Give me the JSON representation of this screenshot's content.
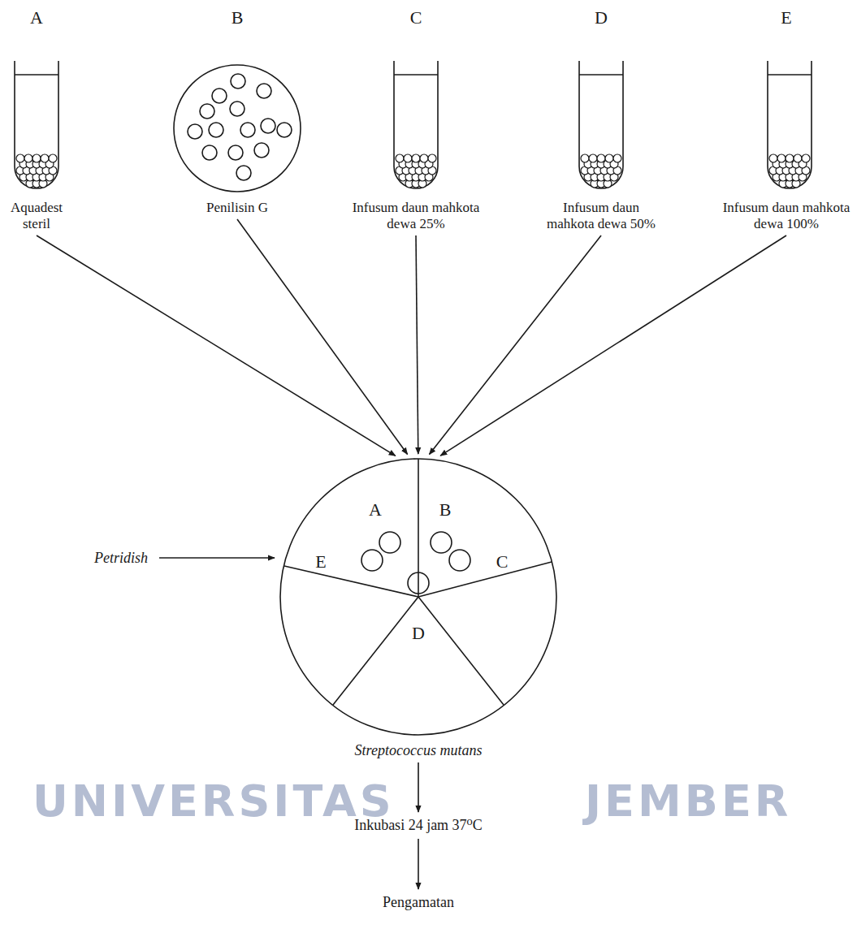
{
  "diagram": {
    "nodes": [
      {
        "text": [
          "A",
          "Aquadest steril"
        ]
      },
      {
        "text": [
          "B",
          "Penilisin G"
        ]
      },
      {
        "text": [
          "C",
          "Infusum daun mahkota dewa 25%"
        ]
      },
      {
        "text": [
          "D",
          "Infusum daun mahkota dewa 50%"
        ]
      },
      {
        "text": [
          "E",
          "Infusum daun mahkota dewa 100%"
        ]
      },
      {
        "text": [
          "Streptococcus mutans"
        ]
      },
      {
        "text": [
          "A"
        ],
        "in": 5
      },
      {
        "text": [
          "B"
        ],
        "in": 5
      },
      {
        "text": [
          "E"
        ],
        "in": 5
      },
      {
        "text": [
          "C"
        ],
        "in": 5
      },
      {
        "text": [
          "D"
        ],
        "in": 5
      },
      {
        "text": [
          "Inkubasi 24 jam 37⁰C"
        ]
      },
      {
        "text": [
          "Pengamatan"
        ]
      }
    ],
    "edges": [
      {
        "from": 0,
        "to": 5,
        "arrow": "to"
      },
      {
        "from": 1,
        "to": 5,
        "arrow": "to"
      },
      {
        "from": 2,
        "to": 5,
        "arrow": "to"
      },
      {
        "from": 3,
        "to": 5,
        "arrow": "to"
      },
      {
        "from": 4,
        "to": 5,
        "arrow": "to"
      },
      {
        "from": 5,
        "to": 11,
        "arrow": "to"
      },
      {
        "from": 11,
        "to": 12,
        "arrow": "to"
      }
    ],
    "labels": [
      "Petridish",
      "UNIVERSITAS",
      "JEMBER"
    ]
  }
}
